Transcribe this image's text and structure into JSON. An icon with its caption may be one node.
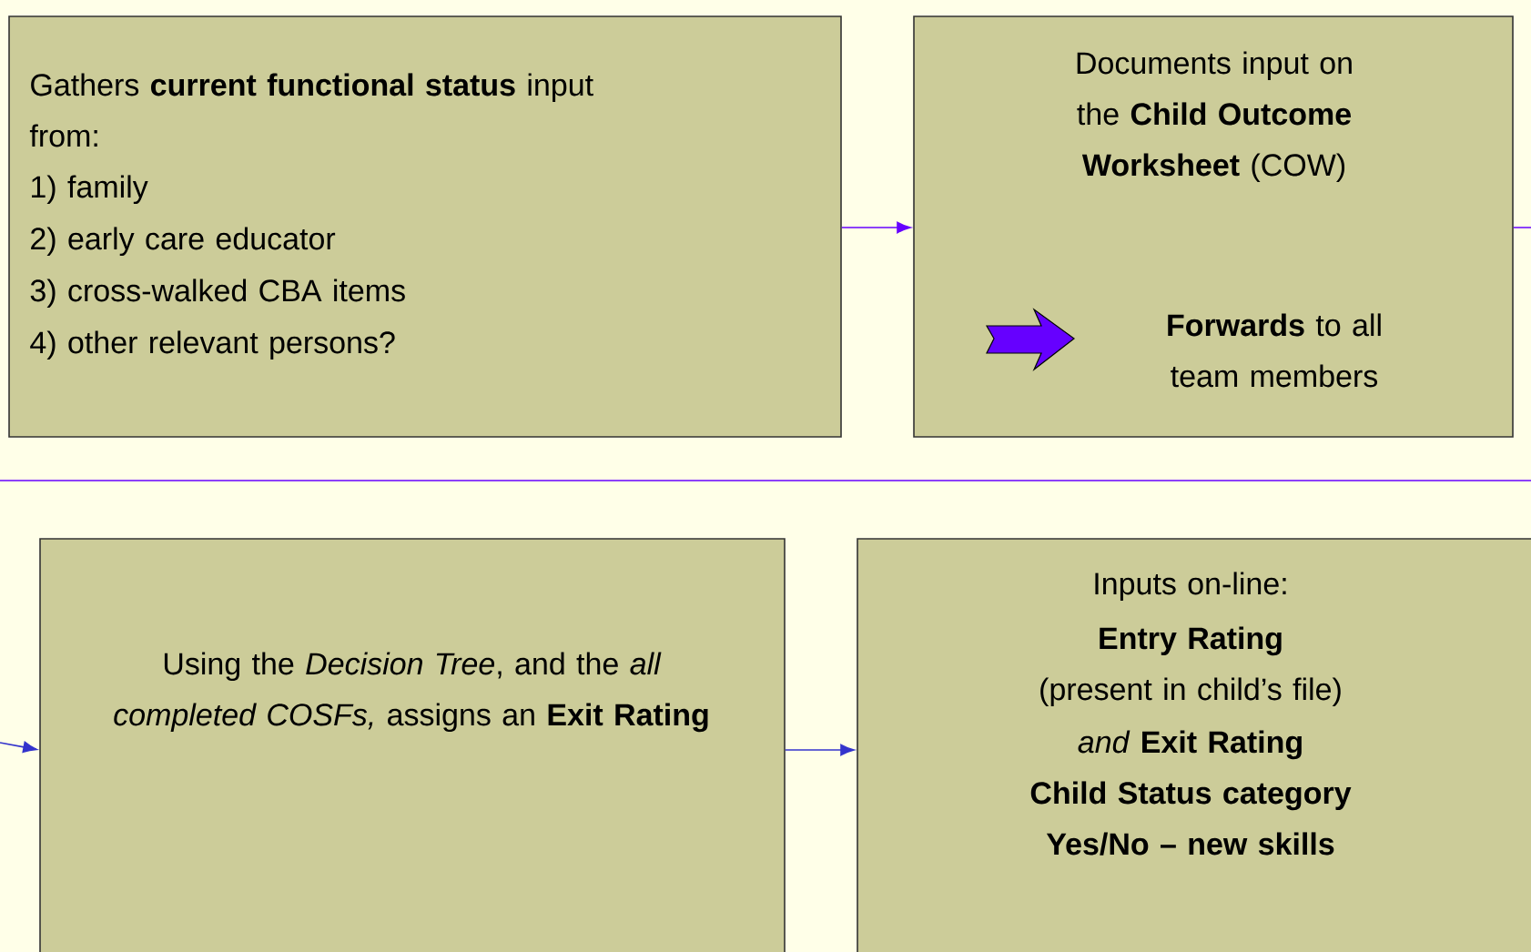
{
  "diagram": {
    "nodes": [
      {
        "text": [
          "Gathers **current functional status** input from:",
          "1) family",
          "2) early care educator",
          "3) cross-walked CBA items",
          "4) other relevant persons?"
        ]
      },
      {
        "text": [
          "Documents input on the **Child Outcome Worksheet** (COW)",
          "**Forwards** to all team members"
        ]
      },
      {
        "text": [
          "Using the *Decision Tree*, and the *all completed COSFs,* assigns an **Exit Rating**"
        ]
      },
      {
        "text": [
          "Inputs on-line:",
          "**Entry Rating** (present in child’s file)",
          "*and* **Exit Rating**",
          "Child Status category",
          "Yes/No – new skills"
        ]
      }
    ],
    "edges": [
      {
        "from": 0,
        "to": 1,
        "arrow": "to",
        "color": "#6600ff"
      },
      {
        "from": 1,
        "to": null,
        "arrow": "none",
        "color": "#6600ff"
      },
      {
        "from": null,
        "to": 2,
        "arrow": "to",
        "color": "#3333cc"
      },
      {
        "from": 2,
        "to": 3,
        "arrow": "to",
        "color": "#3333cc"
      }
    ]
  }
}
